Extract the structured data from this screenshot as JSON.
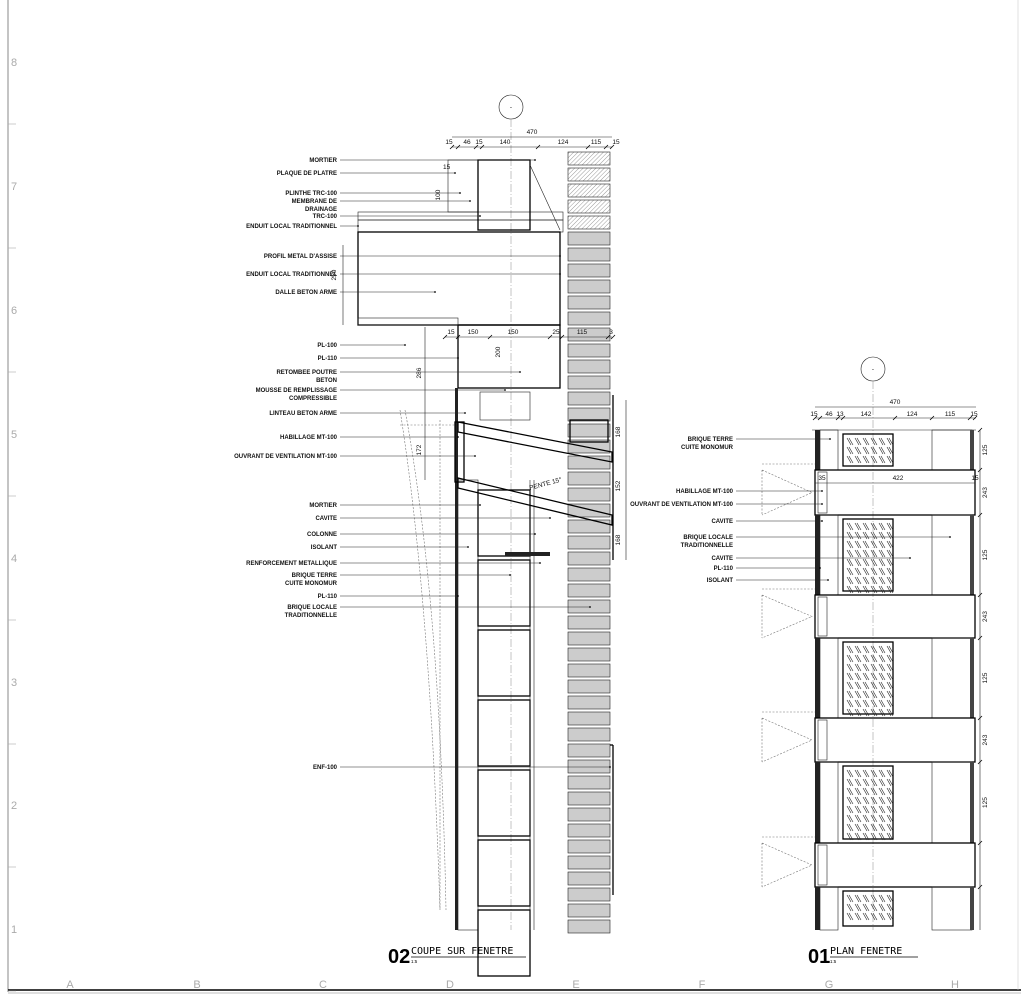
{
  "grid": {
    "rows": [
      "8",
      "7",
      "6",
      "5",
      "4",
      "3",
      "2",
      "1"
    ],
    "columns": [
      "A",
      "B",
      "C",
      "D",
      "E",
      "F",
      "G",
      "H"
    ]
  },
  "section": {
    "number": "02",
    "title": "COUPE SUR FENETRE",
    "scale": "1:5",
    "marker": "-",
    "dims_top_total": "470",
    "dims_top": [
      "15",
      "46",
      "15",
      "140",
      "124",
      "115",
      "15"
    ],
    "dims_mid": [
      "15",
      "150",
      "150",
      "25",
      "115",
      "3"
    ],
    "dims_small": [
      "15"
    ],
    "dims_vertical": [
      "100",
      "250",
      "200",
      "286",
      "172",
      "168",
      "152",
      "168"
    ],
    "slope": "PENTE 15°",
    "labels": [
      [
        "MORTIER"
      ],
      [
        "PLAQUE DE PLATRE"
      ],
      [
        "PLINTHE TRC-100"
      ],
      [
        "MEMBRANE DE",
        "DRAINAGE"
      ],
      [
        "TRC-100"
      ],
      [
        "ENDUIT LOCAL TRADITIONNEL"
      ],
      [
        "PROFIL METAL D'ASSISE"
      ],
      [
        "ENDUIT LOCAL TRADITIONNEL"
      ],
      [
        "DALLE BETON ARME"
      ],
      [
        "PL-100"
      ],
      [
        "PL-110"
      ],
      [
        "RETOMBEE POUTRE",
        "BETON"
      ],
      [
        "MOUSSE DE REMPLISSAGE",
        "COMPRESSIBLE"
      ],
      [
        "LINTEAU BETON ARME"
      ],
      [
        "HABILLAGE MT-100"
      ],
      [
        "OUVRANT DE VENTILATION MT-100"
      ],
      [
        "MORTIER"
      ],
      [
        "CAVITE"
      ],
      [
        "COLONNE"
      ],
      [
        "ISOLANT"
      ],
      [
        "RENFORCEMENT METALLIQUE"
      ],
      [
        "BRIQUE TERRE",
        "CUITE MONOMUR"
      ],
      [
        "PL-110"
      ],
      [
        "BRIQUE LOCALE",
        "TRADITIONNELLE"
      ],
      [
        "ENF-100"
      ]
    ]
  },
  "plan": {
    "number": "01",
    "title": "PLAN FENETRE",
    "scale": "1:5",
    "marker": "-",
    "dims_top_total": "470",
    "dims_top": [
      "15",
      "46",
      "13",
      "142",
      "124",
      "115",
      "15"
    ],
    "dims_opening": [
      "35",
      "422",
      "15"
    ],
    "dims_vertical": [
      "125",
      "243",
      "125",
      "243",
      "125",
      "243",
      "125"
    ],
    "labels": [
      [
        "BRIQUE TERRE",
        "CUITE MONOMUR"
      ],
      [
        "HABILLAGE MT-100"
      ],
      [
        "OUVRANT DE VENTILATION MT-100"
      ],
      [
        "CAVITE"
      ],
      [
        "BRIQUE LOCALE",
        "TRADITIONNELLE"
      ],
      [
        "CAVITE"
      ],
      [
        "PL-110"
      ],
      [
        "ISOLANT"
      ]
    ]
  }
}
